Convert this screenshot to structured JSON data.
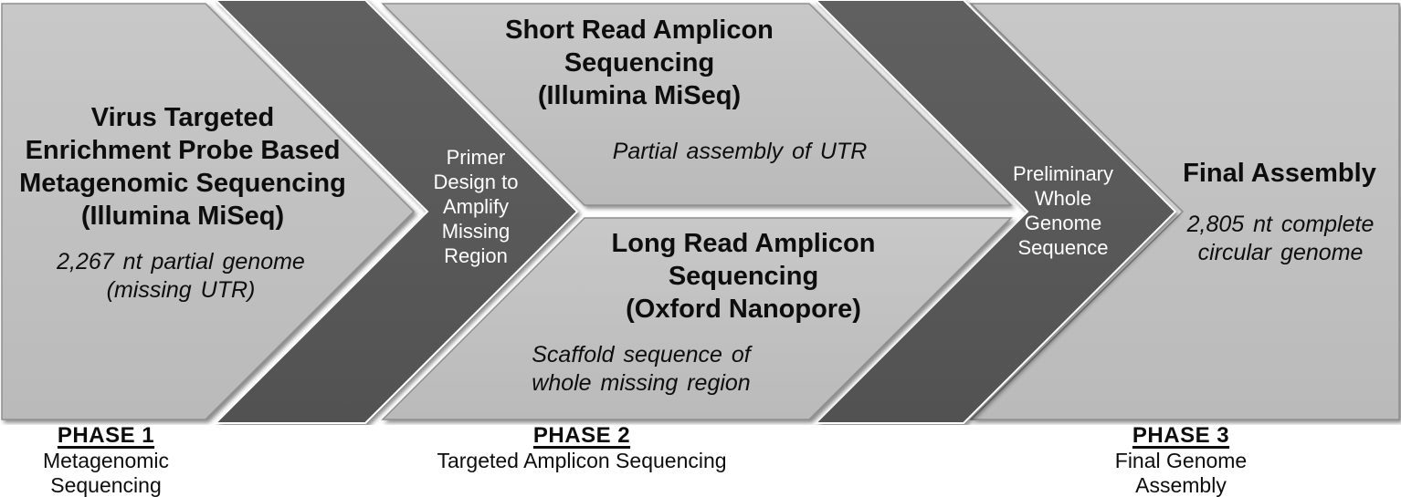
{
  "diagram": {
    "stage1": {
      "title": "Virus Targeted\nEnrichment Probe Based\nMetagenomic Sequencing\n(Illumina MiSeq)",
      "note": "2,267 nt partial genome\n(missing UTR)"
    },
    "arrow1": {
      "label": "Primer\nDesign to\nAmplify\nMissing\nRegion"
    },
    "stage2_short_read": {
      "title": "Short Read Amplicon\nSequencing\n(Illumina MiSeq)",
      "note": "Partial assembly of UTR"
    },
    "stage2_long_read": {
      "title": "Long Read Amplicon\nSequencing\n(Oxford Nanopore)",
      "note": "Scaffold sequence of\nwhole missing region"
    },
    "arrow2": {
      "label": "Preliminary\nWhole\nGenome\nSequence"
    },
    "stage3": {
      "title": "Final Assembly",
      "note": "2,805 nt complete\ncircular genome"
    }
  },
  "phases": [
    {
      "name": "PHASE 1",
      "description": "Metagenomic\nSequencing"
    },
    {
      "name": "PHASE 2",
      "description": "Targeted Amplicon Sequencing"
    },
    {
      "name": "PHASE 3",
      "description": "Final Genome Assembly"
    }
  ],
  "colors": {
    "light_shape": "#c0c0c0",
    "dark_shape": "#5a5a5a",
    "shape_outline": "#8f8f8f",
    "text_dark": "#0d0d0d",
    "text_light": "#ffffff",
    "background": "#ffffff"
  }
}
